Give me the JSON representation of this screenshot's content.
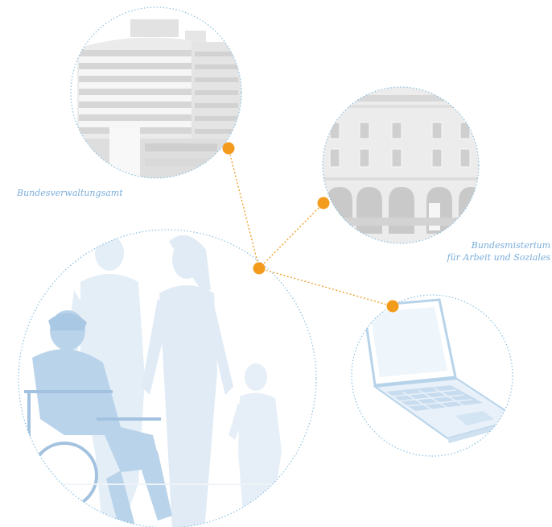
{
  "labels": {
    "office": "Bundesverwaltungsamt",
    "ministry_line1": "Bundesmisterium",
    "ministry_line2": "für Arbeit und Soziales"
  },
  "colors": {
    "accent_dot": "#f39b1c",
    "connector": "#f2a73b",
    "circle_outline": "#8cc0e2",
    "label_text": "#7aaedb",
    "building_gray": "#d9d9d9",
    "people_blue": "#b7d3ea",
    "people_blue_dark": "#9fc3e2",
    "laptop_blue": "#cfe1f1"
  },
  "icons": {
    "office_building": "high-rise-office-building",
    "ministry_building": "classical-ministry-facade",
    "people": "family-group-with-wheelchair-user",
    "laptop": "laptop-computer"
  }
}
